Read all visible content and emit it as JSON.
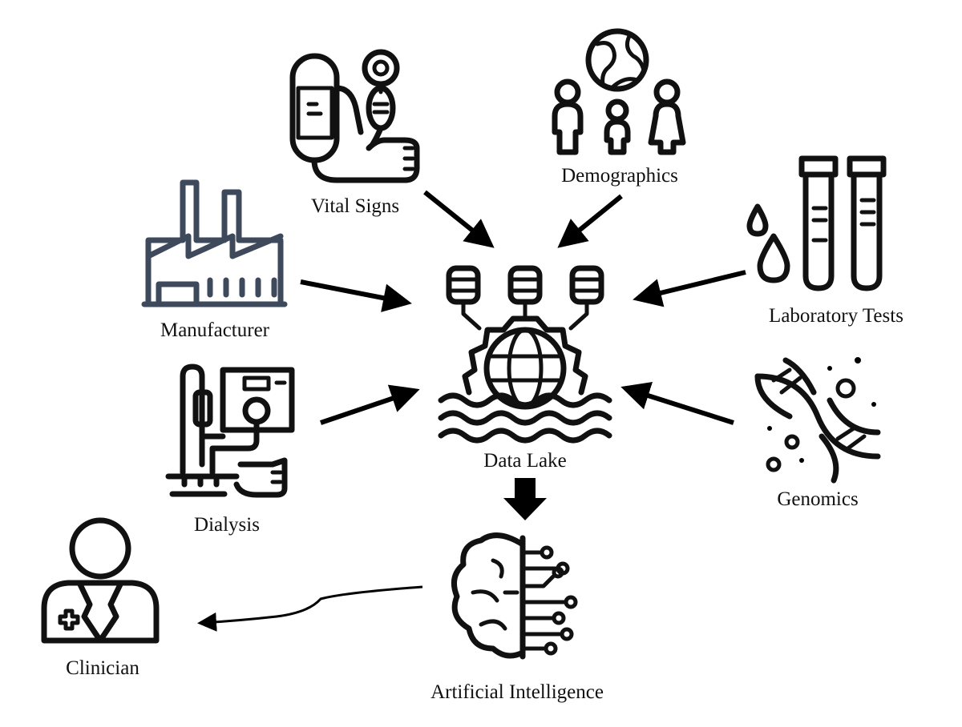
{
  "nodes": {
    "vital_signs": "Vital Signs",
    "demographics": "Demographics",
    "manufacturer": "Manufacturer",
    "laboratory_tests": "Laboratory Tests",
    "dialysis": "Dialysis",
    "genomics": "Genomics",
    "data_lake": "Data Lake",
    "artificial_intelligence": "Artificial Intelligence",
    "clinician": "Clinician"
  },
  "icons": {
    "vital_signs": "blood-pressure-monitor-icon",
    "demographics": "population-globe-icon",
    "manufacturer": "factory-icon",
    "laboratory_tests": "test-tubes-icon",
    "dialysis": "dialysis-machine-icon",
    "genomics": "dna-helix-icon",
    "data_lake": "data-lake-icon",
    "artificial_intelligence": "ai-brain-icon",
    "clinician": "doctor-icon"
  },
  "colors": {
    "ink": "#111111",
    "factory": "#3e4a5c",
    "background": "#ffffff"
  }
}
